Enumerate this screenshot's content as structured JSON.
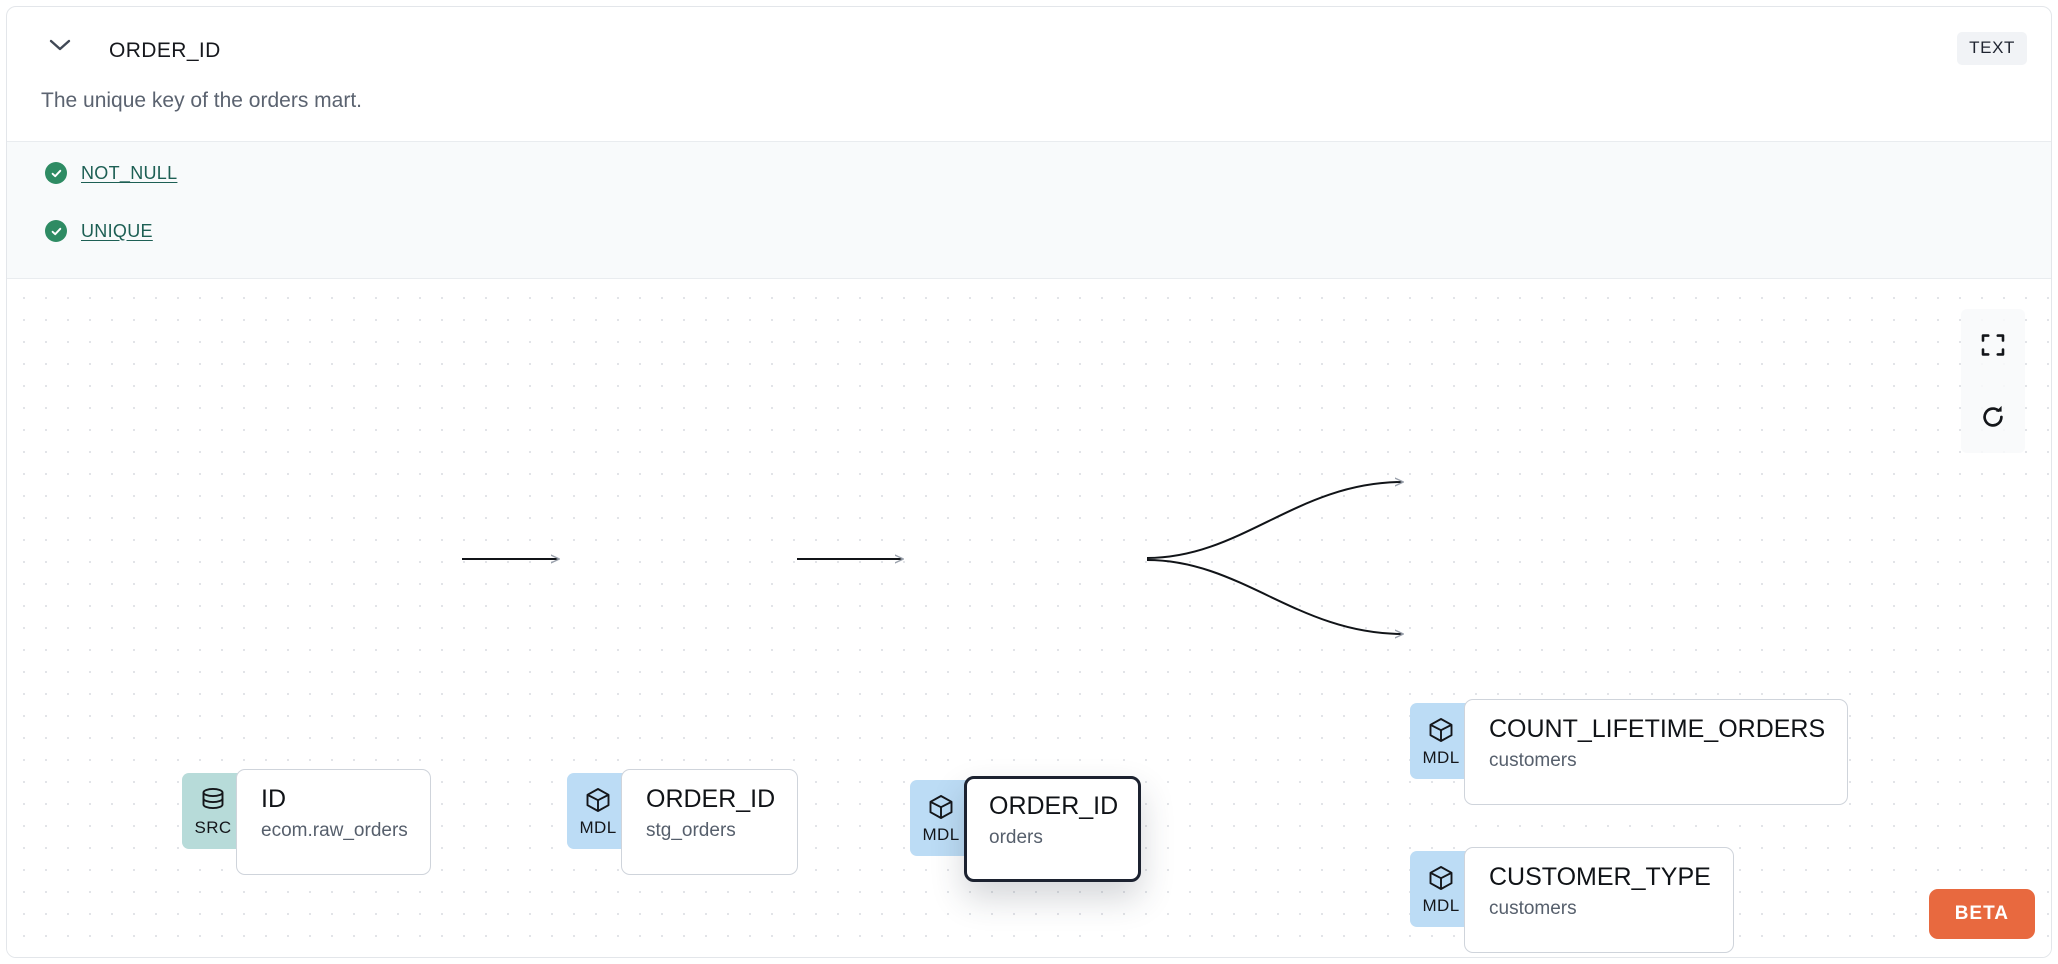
{
  "header": {
    "column_name": "ORDER_ID",
    "data_type_badge": "TEXT",
    "collapse_icon": "chevron-down-icon"
  },
  "description": "The unique key of the orders mart.",
  "tests": [
    {
      "label": "NOT_NULL",
      "status": "pass",
      "status_icon": "check-circle-icon"
    },
    {
      "label": "UNIQUE",
      "status": "pass",
      "status_icon": "check-circle-icon"
    }
  ],
  "lineage": {
    "nodes": [
      {
        "id": "src-id",
        "badge": "SRC",
        "badge_icon": "database-icon",
        "title": "ID",
        "subtitle": "ecom.raw_orders",
        "selected": false
      },
      {
        "id": "stg-order-id",
        "badge": "MDL",
        "badge_icon": "cube-icon",
        "title": "ORDER_ID",
        "subtitle": "stg_orders",
        "selected": false
      },
      {
        "id": "orders-order-id",
        "badge": "MDL",
        "badge_icon": "cube-icon",
        "title": "ORDER_ID",
        "subtitle": "orders",
        "selected": true
      },
      {
        "id": "count-lifetime",
        "badge": "MDL",
        "badge_icon": "cube-icon",
        "title": "COUNT_LIFETIME_ORDERS",
        "subtitle": "customers",
        "selected": false
      },
      {
        "id": "customer-type",
        "badge": "MDL",
        "badge_icon": "cube-icon",
        "title": "CUSTOMER_TYPE",
        "subtitle": "customers",
        "selected": false
      }
    ],
    "edges": [
      {
        "from": "src-id",
        "to": "stg-order-id"
      },
      {
        "from": "stg-order-id",
        "to": "orders-order-id"
      },
      {
        "from": "orders-order-id",
        "to": "count-lifetime"
      },
      {
        "from": "orders-order-id",
        "to": "customer-type"
      }
    ],
    "controls": [
      {
        "name": "fit-view",
        "icon": "fullscreen-icon"
      },
      {
        "name": "reset",
        "icon": "refresh-icon"
      }
    ],
    "beta_label": "BETA"
  },
  "colors": {
    "src_badge": "#b7dbd9",
    "mdl_badge": "#bcdcf5",
    "test_pass": "#2e8b63",
    "test_link": "#1d5f54",
    "beta": "#e8693f",
    "selected_border": "#1c2230"
  }
}
